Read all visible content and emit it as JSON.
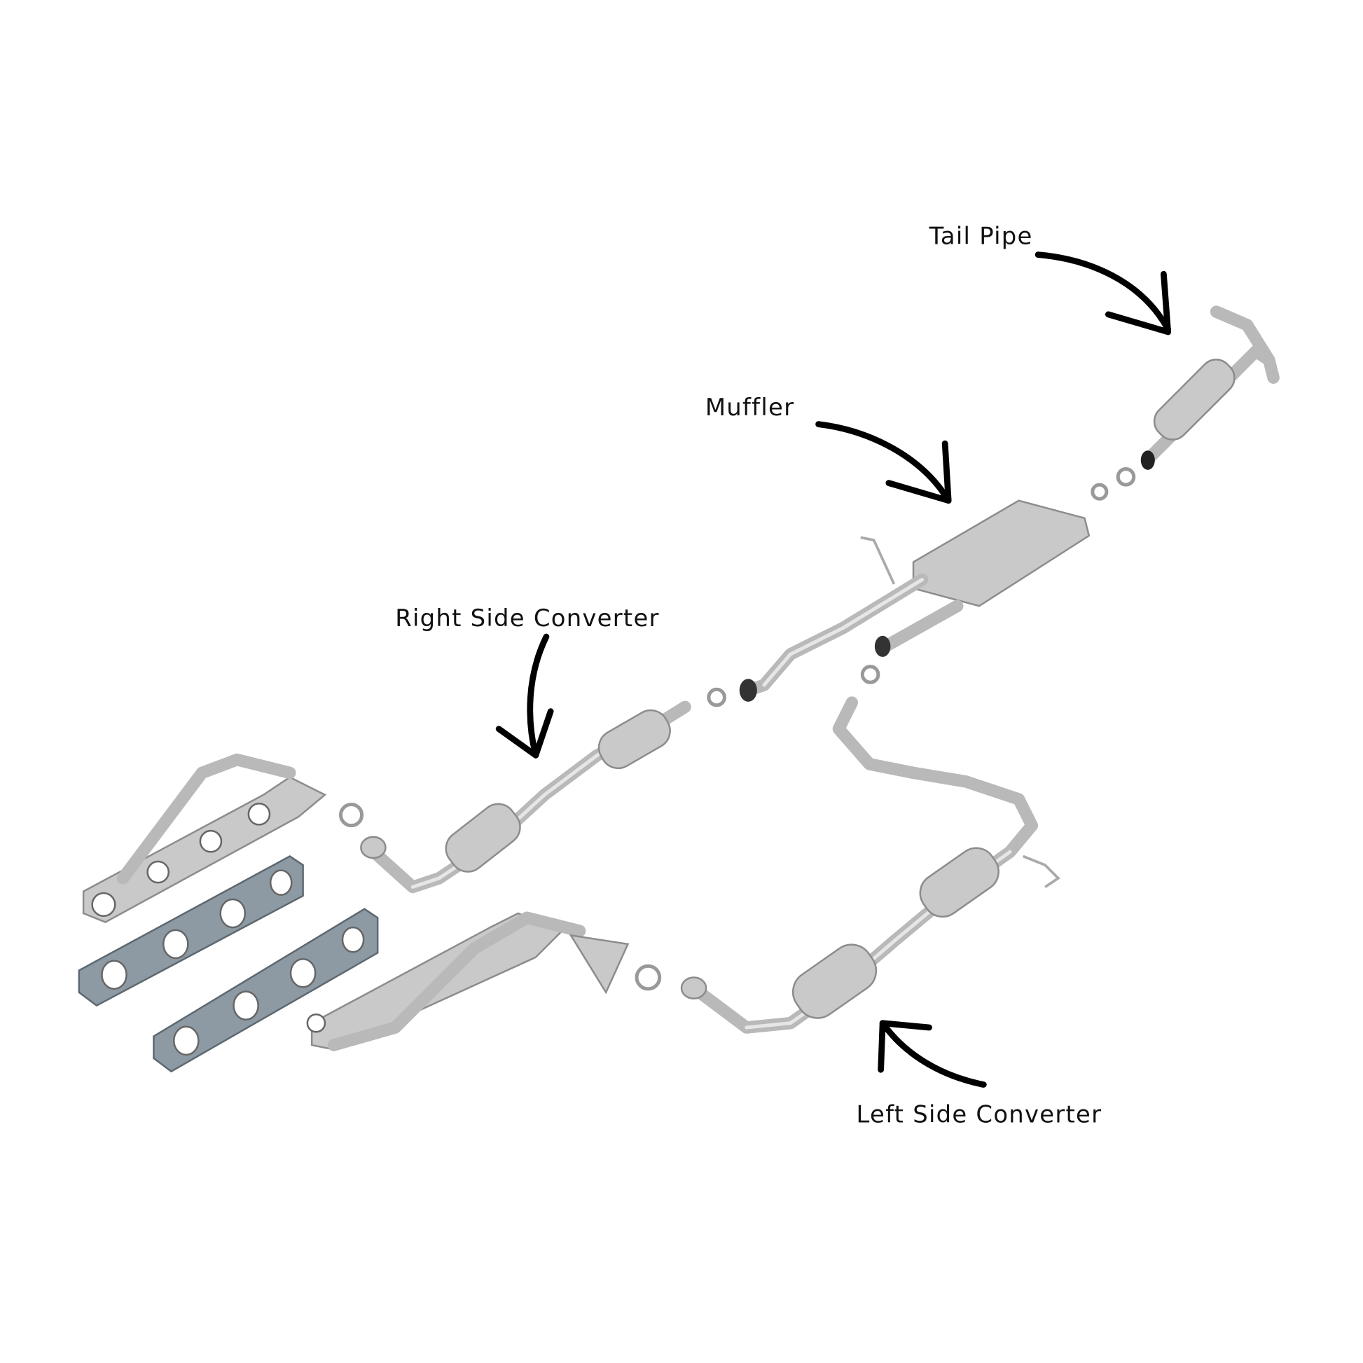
{
  "diagram": {
    "labels": {
      "tail_pipe": "Tail Pipe",
      "muffler": "Muffler",
      "right_side_converter": "Right Side Converter",
      "left_side_converter": "Left Side Converter"
    }
  }
}
